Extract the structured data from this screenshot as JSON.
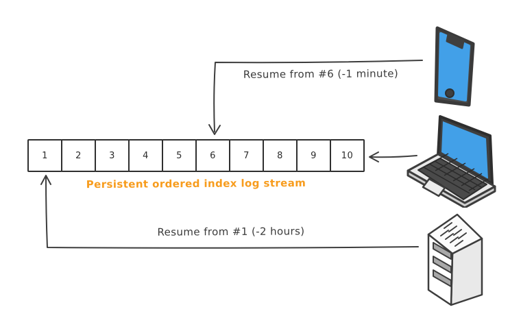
{
  "diagram": {
    "stream": {
      "cells": [
        "1",
        "2",
        "3",
        "4",
        "5",
        "6",
        "7",
        "8",
        "9",
        "10"
      ],
      "label": "Persistent ordered index log stream"
    },
    "annotations": {
      "phone_resume": "Resume from #6 (-1 minute)",
      "server_resume": "Resume from #1 (-2 hours)"
    },
    "devices": {
      "phone": "phone-icon",
      "laptop": "laptop-icon",
      "server": "server-icon"
    },
    "colors": {
      "ink": "#3d3d3d",
      "accent_orange": "#f79c1d",
      "screen_blue": "#42a0e8",
      "device_body_gray": "#e9e9e9",
      "keyboard_dark": "#4a4a4a",
      "slat_gray": "#a8a8a8"
    }
  }
}
